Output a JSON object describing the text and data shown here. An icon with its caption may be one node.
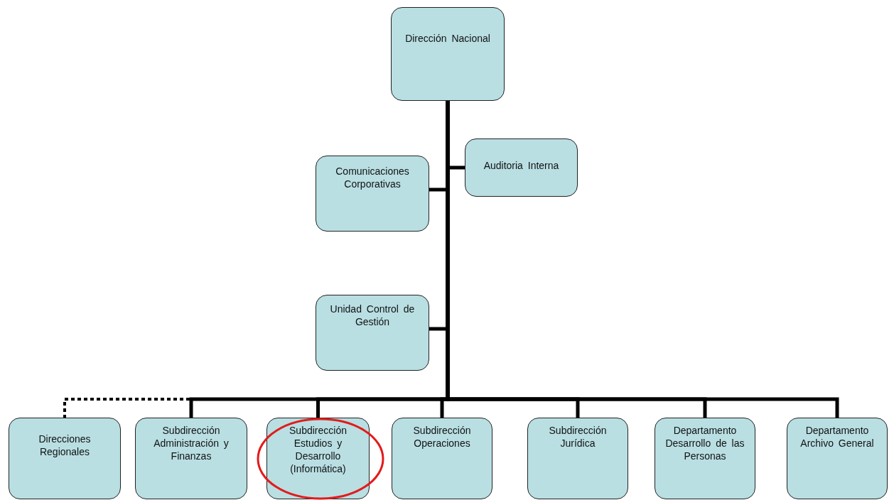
{
  "diagram": {
    "nodes": [
      {
        "text": [
          "Dirección Nacional"
        ]
      },
      {
        "text": [
          "Comunicaciones Corporativas"
        ]
      },
      {
        "text": [
          "Auditoria Interna"
        ]
      },
      {
        "text": [
          "Unidad Control de Gestión"
        ]
      },
      {
        "text": [
          "Direcciones Regionales"
        ]
      },
      {
        "text": [
          "Subdirección Administración y Finanzas"
        ]
      },
      {
        "text": [
          "Subdirección Estudios y Desarrollo (Informática)"
        ]
      },
      {
        "text": [
          "Subdirección Operaciones"
        ]
      },
      {
        "text": [
          "Subdirección Jurídica"
        ]
      },
      {
        "text": [
          "Departamento Desarrollo de las Personas"
        ]
      },
      {
        "text": [
          "Departamento Archivo General"
        ]
      }
    ],
    "edges": [
      {
        "from": 0,
        "to": 4,
        "arrow": "none",
        "style": "dashed"
      },
      {
        "from": 0,
        "to": 1,
        "arrow": "none"
      },
      {
        "from": 0,
        "to": 2,
        "arrow": "none"
      },
      {
        "from": 0,
        "to": 3,
        "arrow": "none"
      },
      {
        "from": 0,
        "to": 5,
        "arrow": "none"
      },
      {
        "from": 0,
        "to": 6,
        "arrow": "none"
      },
      {
        "from": 0,
        "to": 7,
        "arrow": "none"
      },
      {
        "from": 0,
        "to": 8,
        "arrow": "none"
      },
      {
        "from": 0,
        "to": 9,
        "arrow": "none"
      },
      {
        "from": 0,
        "to": 10,
        "arrow": "none"
      }
    ]
  }
}
